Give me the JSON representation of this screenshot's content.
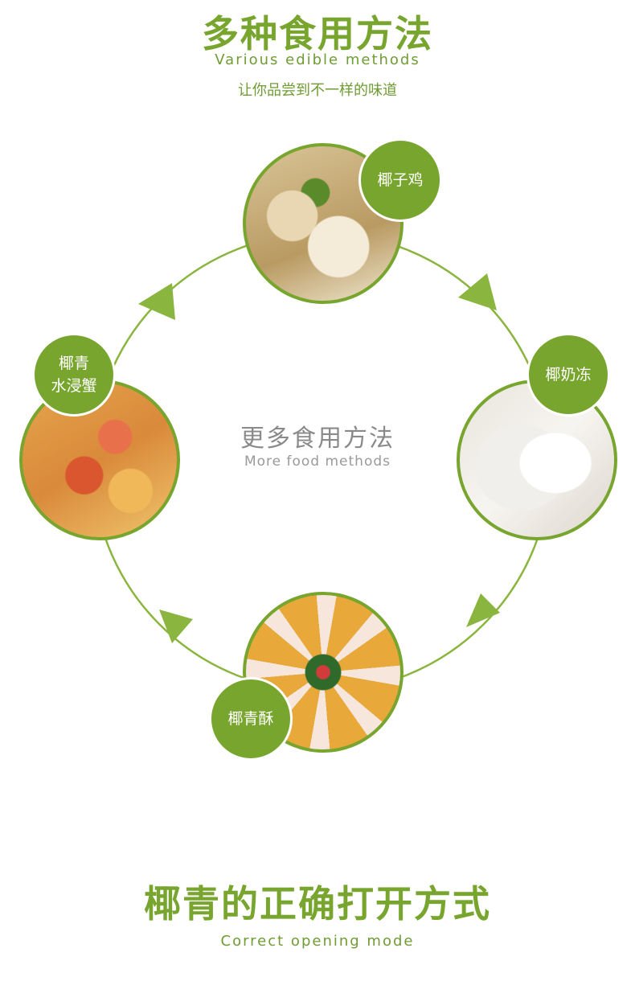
{
  "header": {
    "title": "多种食用方法",
    "subtitle_en": "Various edible methods",
    "subtitle_cn": "让你品尝到不一样的味道"
  },
  "center": {
    "title_cn": "更多食用方法",
    "title_en": "More food methods"
  },
  "dishes": [
    {
      "label": "椰子鸡"
    },
    {
      "label": "椰奶冻"
    },
    {
      "label": "椰青酥"
    },
    {
      "label_line1": "椰青",
      "label_line2": "水浸蟹"
    }
  ],
  "footer": {
    "title": "椰青的正确打开方式",
    "subtitle_en": "Correct opening mode"
  },
  "colors": {
    "accent": "#77a52e",
    "ring": "#8ab53e",
    "center_text": "#8a8a8a"
  }
}
